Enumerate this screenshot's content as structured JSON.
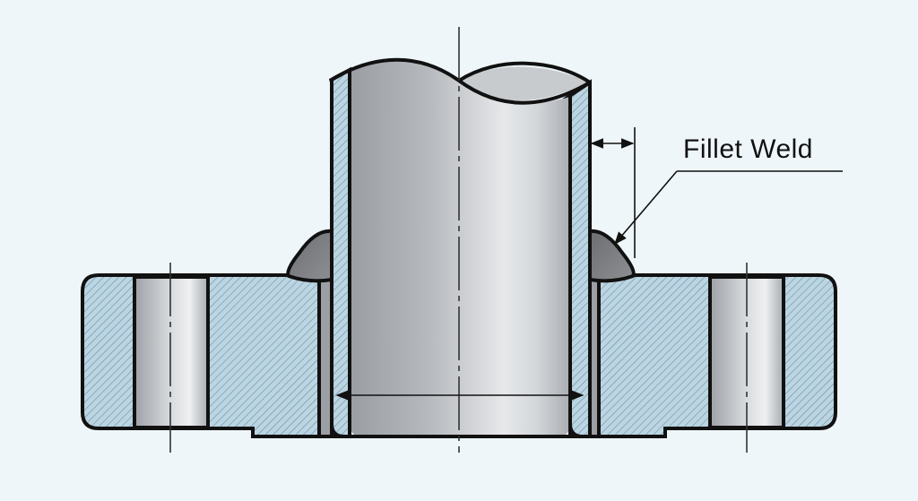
{
  "diagram": {
    "title": "Slip-on flange with fillet weld cross-section",
    "annotations": [
      {
        "id": "fillet-weld",
        "text": "Fillet Weld"
      }
    ],
    "components": [
      "pipe",
      "flange",
      "fillet-weld-left",
      "fillet-weld-right",
      "bolt-hole-left",
      "bolt-hole-right",
      "centerline",
      "dimension-gap",
      "dimension-bore"
    ],
    "colors": {
      "background": "#eef6f9",
      "section_hatch_fill": "#b9d3e0",
      "hatch_line": "#6f8fa3",
      "outline": "#111111",
      "weld": "#7d7f83",
      "pipe_metal_dark": "#9ea2a7",
      "pipe_metal_light": "#e4e7ea"
    }
  }
}
